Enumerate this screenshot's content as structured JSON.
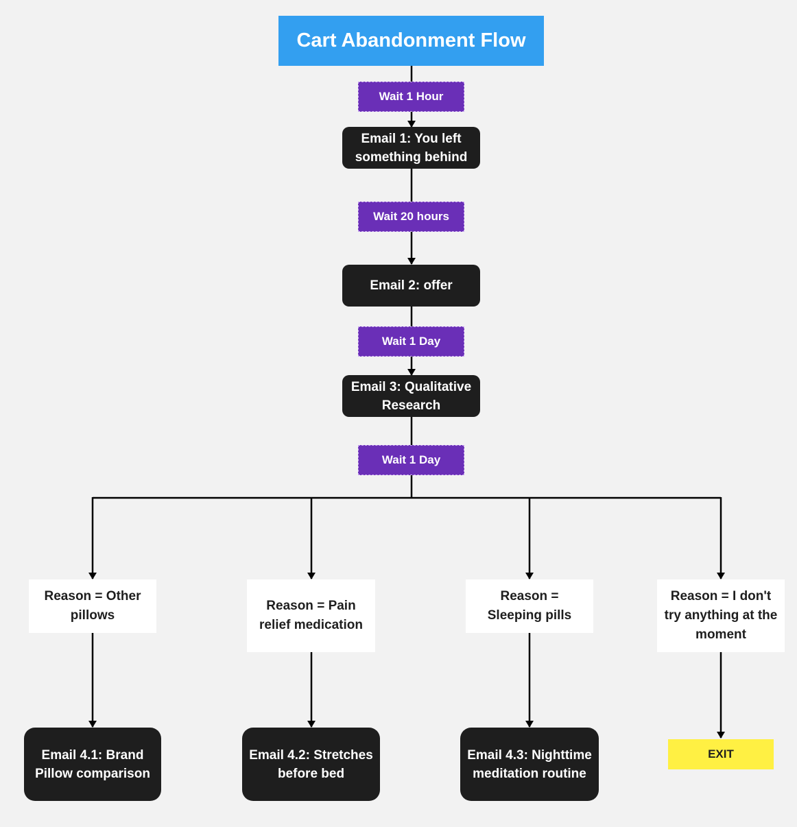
{
  "title": "Cart Abandonment Flow",
  "flow": {
    "wait_1": "Wait 1 Hour",
    "email_1": "Email 1: You left something behind",
    "wait_2": "Wait 20 hours",
    "email_2": "Email 2: offer",
    "wait_3": "Wait 1 Day",
    "email_3": "Email 3: Qualitative Research",
    "wait_4": "Wait 1 Day"
  },
  "branches": [
    {
      "reason": "Reason = Other pillows",
      "outcome": "Email 4.1: Brand Pillow comparison"
    },
    {
      "reason": "Reason = Pain relief medication",
      "outcome": "Email 4.2: Stretches before bed"
    },
    {
      "reason": "Reason = Sleeping pills",
      "outcome": "Email 4.3: Nighttime meditation routine"
    },
    {
      "reason": "Reason = I don't try anything at the moment",
      "outcome": "EXIT"
    }
  ],
  "colors": {
    "background": "#f2f2f2",
    "title_box": "#339ff0",
    "wait_box": "#6a2fb7",
    "email_box": "#1e1e1e",
    "reason_box": "#ffffff",
    "exit_box": "#fff043",
    "connector": "#000000"
  }
}
